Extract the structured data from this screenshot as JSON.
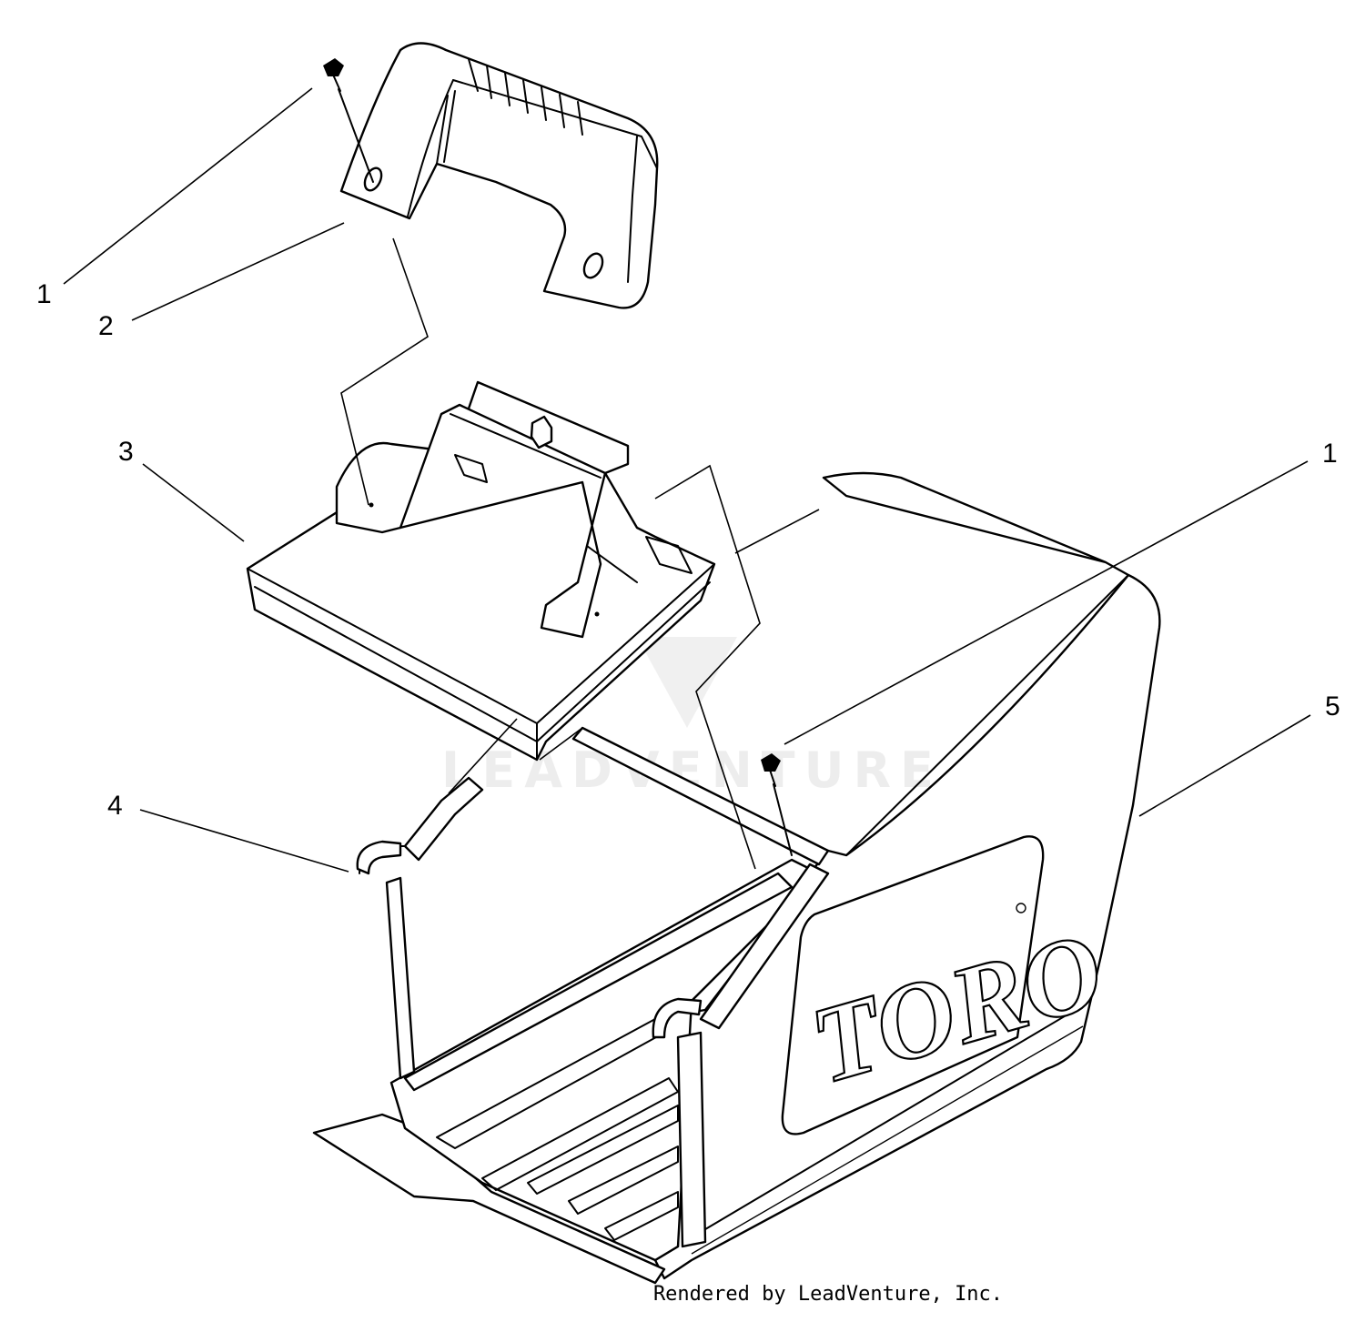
{
  "diagram": {
    "callouts": [
      {
        "id": "c1a",
        "label": "1"
      },
      {
        "id": "c2",
        "label": "2"
      },
      {
        "id": "c3",
        "label": "3"
      },
      {
        "id": "c1b",
        "label": "1"
      },
      {
        "id": "c5",
        "label": "5"
      },
      {
        "id": "c4",
        "label": "4"
      }
    ],
    "brand_logo": "TORO",
    "watermark": "LEADVENTURE",
    "credit": "Rendered by LeadVenture, Inc."
  }
}
